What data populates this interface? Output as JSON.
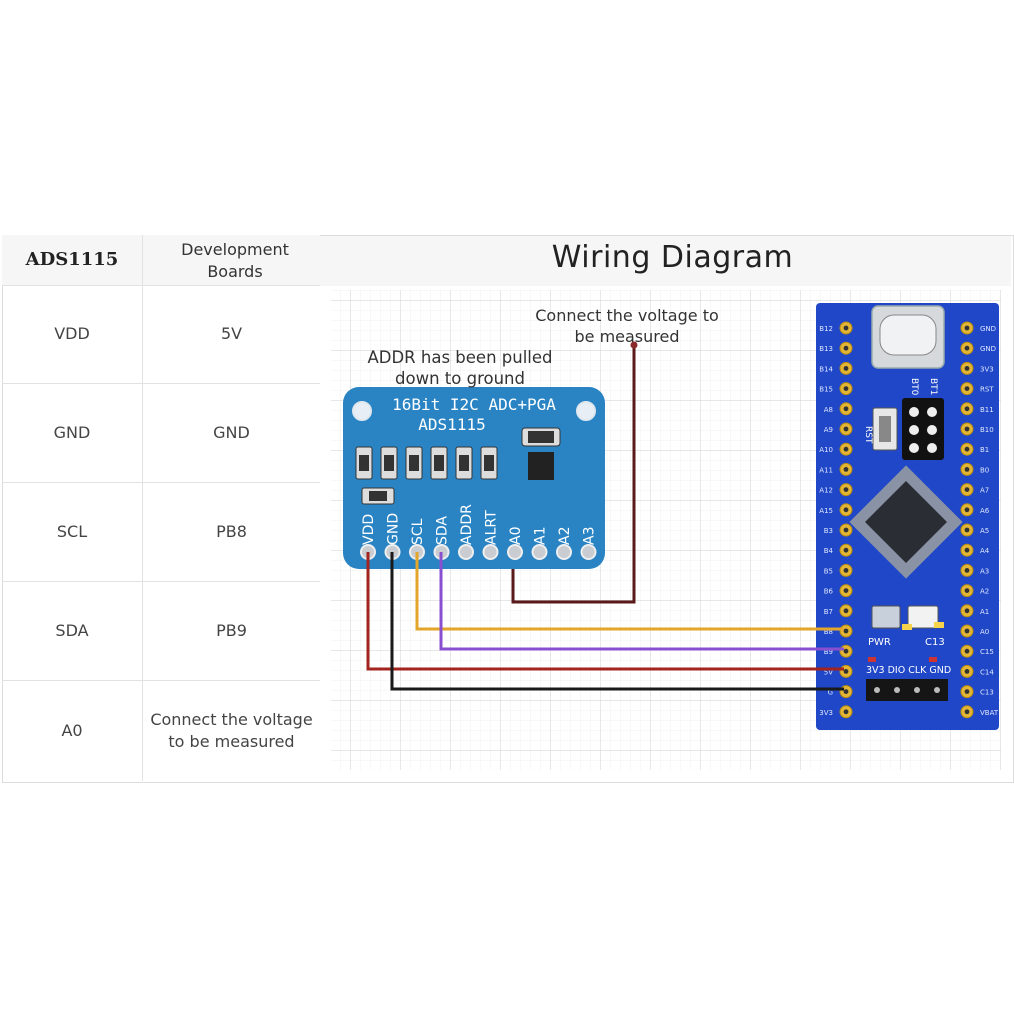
{
  "table": {
    "headers": [
      "ADS1115",
      "Development Boards"
    ],
    "rows": [
      {
        "a": "VDD",
        "b": "5V"
      },
      {
        "a": "GND",
        "b": "GND"
      },
      {
        "a": "SCL",
        "b": "PB8"
      },
      {
        "a": "SDA",
        "b": "PB9"
      },
      {
        "a": "A0",
        "b": "Connect the voltage to be measured"
      }
    ]
  },
  "diagram": {
    "title": "Wiring Diagram",
    "note_voltage": "Connect the voltage to be measured",
    "note_addr": "ADDR has been pulled down to ground",
    "module": {
      "line1": "16Bit I2C ADC+PGA",
      "line2": "ADS1115",
      "pins": [
        "VDD",
        "GND",
        "SCL",
        "SDA",
        "ADDR",
        "ALRT",
        "A0",
        "A1",
        "A2",
        "A3"
      ]
    },
    "board": {
      "left_pins": [
        "B12",
        "B13",
        "B14",
        "B15",
        "A8",
        "A9",
        "A10",
        "A11",
        "A12",
        "A15",
        "B3",
        "B4",
        "B5",
        "B6",
        "B7",
        "B8",
        "B9",
        "5V",
        "G",
        "3V3"
      ],
      "right_pins": [
        "GND",
        "GND",
        "3V3",
        "RST",
        "B11",
        "B10",
        "B1",
        "B0",
        "A7",
        "A6",
        "A5",
        "A4",
        "A3",
        "A2",
        "A1",
        "A0",
        "C15",
        "C14",
        "C13",
        "VBAT"
      ],
      "labels": {
        "pwr": "PWR",
        "c13": "C13",
        "rst": "RST",
        "bt0": "BT0",
        "bt1": "BT1",
        "swd": "3V3 DIO CLK GND"
      }
    },
    "wire_colors": {
      "vdd": "#a3231f",
      "gnd": "#1a1a1a",
      "scl": "#e3a52a",
      "sda": "#8a4fcf",
      "a0": "#5a1a1a",
      "probe": "#8a2a2a"
    },
    "board_color": "#1f47c7",
    "module_color": "#2a84c4"
  }
}
